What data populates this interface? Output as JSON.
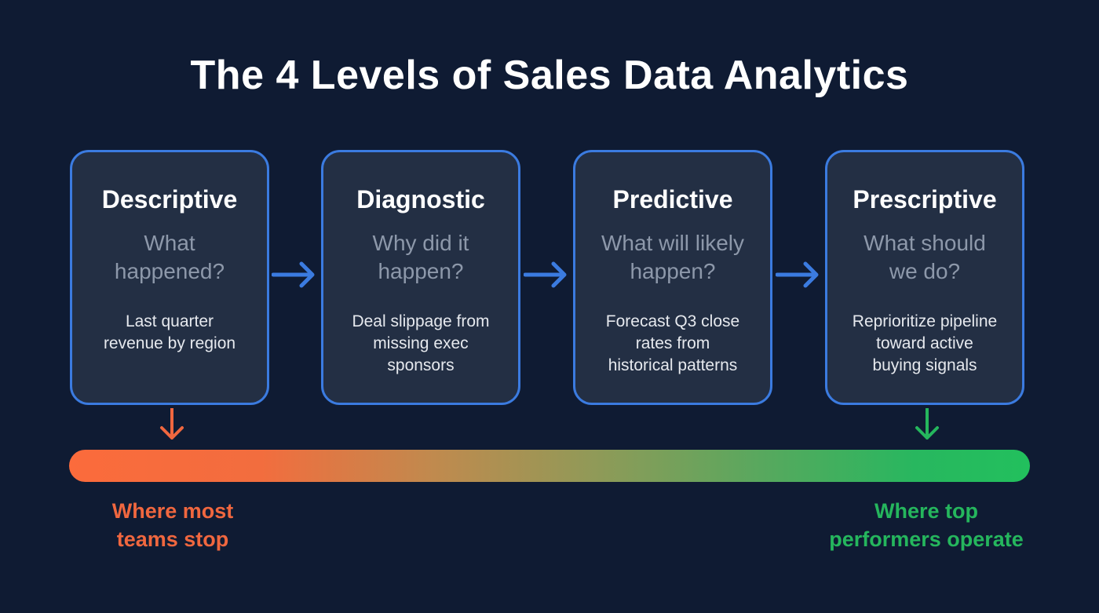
{
  "title": "The 4 Levels of Sales Data Analytics",
  "colors": {
    "background": "#0f1b33",
    "card_border": "#3b7be0",
    "card_fill": "#232f44",
    "orange": "#f0673f",
    "green": "#25b65d"
  },
  "levels": [
    {
      "name": "Descriptive",
      "question_l1": "What",
      "question_l2": "happened?",
      "example_l1": "Last quarter",
      "example_l2": "revenue by region",
      "example_l3": ""
    },
    {
      "name": "Diagnostic",
      "question_l1": "Why did it",
      "question_l2": "happen?",
      "example_l1": "Deal slippage from",
      "example_l2": "missing exec",
      "example_l3": "sponsors"
    },
    {
      "name": "Predictive",
      "question_l1": "What will likely",
      "question_l2": "happen?",
      "example_l1": "Forecast Q3 close",
      "example_l2": "rates from",
      "example_l3": "historical patterns"
    },
    {
      "name": "Prescriptive",
      "question_l1": "What should",
      "question_l2": "we do?",
      "example_l1": "Reprioritize pipeline",
      "example_l2": "toward active",
      "example_l3": "buying signals"
    }
  ],
  "scale": {
    "left_label_l1": "Where most",
    "left_label_l2": "teams stop",
    "right_label_l1": "Where top",
    "right_label_l2": "performers operate"
  }
}
